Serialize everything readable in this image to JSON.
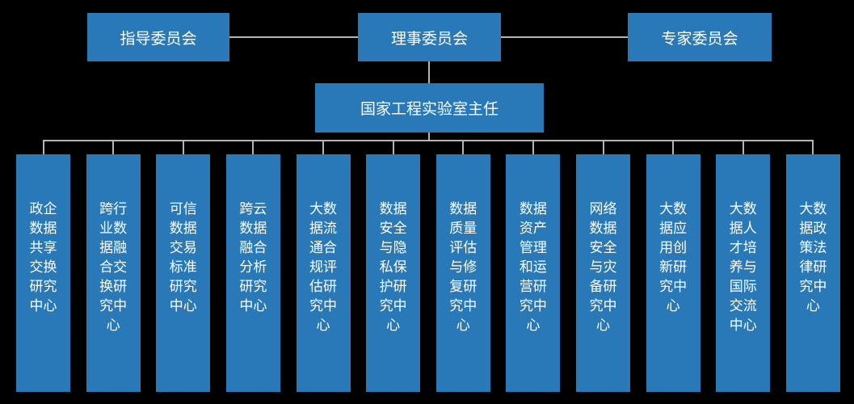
{
  "colors": {
    "box_blue": "#2979b8",
    "line_gray": "#b5b5b5",
    "text_white": "#ffffff",
    "page_bg": "#000000"
  },
  "top_row": [
    {
      "label": "指导委员会"
    },
    {
      "label": "理事委员会"
    },
    {
      "label": "专家委员会"
    }
  ],
  "director": {
    "label": "国家工程实验室主任"
  },
  "centers": [
    {
      "label": "政企数据共享交换研究中心"
    },
    {
      "label": "跨行业数据融合交换研究中心"
    },
    {
      "label": "可信数据交易标准研究中心"
    },
    {
      "label": "跨云数据融合分析研究中心"
    },
    {
      "label": "大数据流通合规评估研究中心"
    },
    {
      "label": "数据安全与隐私保护研究中心"
    },
    {
      "label": "数据质量评估与修复研究中心"
    },
    {
      "label": "数据资产管理和运营研究中心"
    },
    {
      "label": "网络数据安全与灾备研究中心"
    },
    {
      "label": "大数据应用创新研究中心"
    },
    {
      "label": "大数据人才培养与国际交流中心"
    },
    {
      "label": "大数据政策法律研究中心"
    }
  ]
}
